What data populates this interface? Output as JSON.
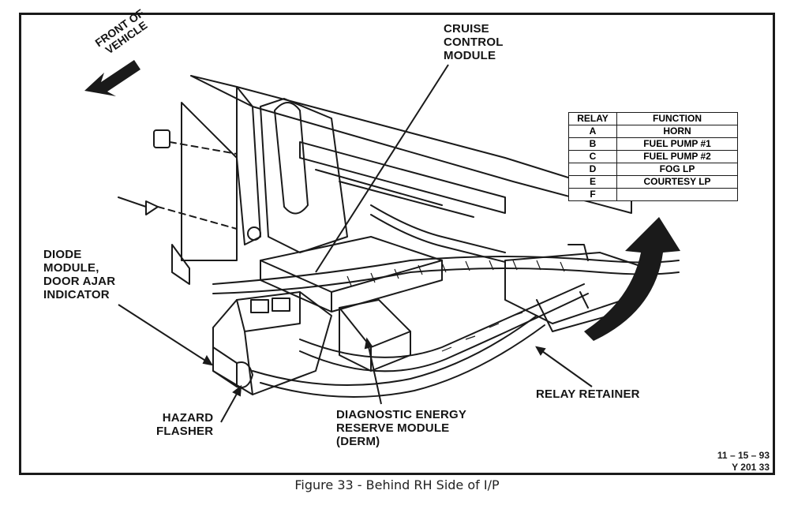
{
  "figure": {
    "caption": "Figure 33 - Behind RH Side of I/P",
    "date": "11 – 15 – 93",
    "id": "Y 201 33"
  },
  "labels": {
    "front_of_vehicle": "FRONT OF\nVEHICLE",
    "cruise_control_module": "CRUISE\nCONTROL\nMODULE",
    "diode_module": "DIODE\nMODULE,\nDOOR AJAR\nINDICATOR",
    "hazard_flasher": "HAZARD\nFLASHER",
    "derm": "DIAGNOSTIC ENERGY\nRESERVE MODULE\n(DERM)",
    "relay_retainer": "RELAY RETAINER"
  },
  "relay_table": {
    "headers": [
      "RELAY",
      "FUNCTION"
    ],
    "rows": [
      {
        "relay": "A",
        "function": "HORN"
      },
      {
        "relay": "B",
        "function": "FUEL PUMP #1"
      },
      {
        "relay": "C",
        "function": "FUEL PUMP #2"
      },
      {
        "relay": "D",
        "function": "FOG LP"
      },
      {
        "relay": "E",
        "function": "COURTESY LP"
      },
      {
        "relay": "F",
        "function": ""
      }
    ]
  }
}
